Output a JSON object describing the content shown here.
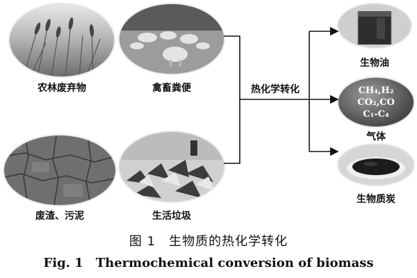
{
  "inputs": [
    {
      "label": "农林废弃物"
    },
    {
      "label": "禽畜粪便"
    },
    {
      "label": "废渣、污泥"
    },
    {
      "label": "生活垃圾"
    }
  ],
  "process": {
    "label": "热化学转化"
  },
  "outputs": [
    {
      "label": "生物油"
    },
    {
      "label": "气体",
      "formula_lines": [
        "CH₄,H₂",
        "CO₂,CO",
        "C₁-C₄"
      ]
    },
    {
      "label": "生物质炭"
    }
  ],
  "caption": {
    "chinese": "图 1　生物质的热化学转化",
    "english": "Fig. 1　Thermochemical conversion of biomass"
  }
}
